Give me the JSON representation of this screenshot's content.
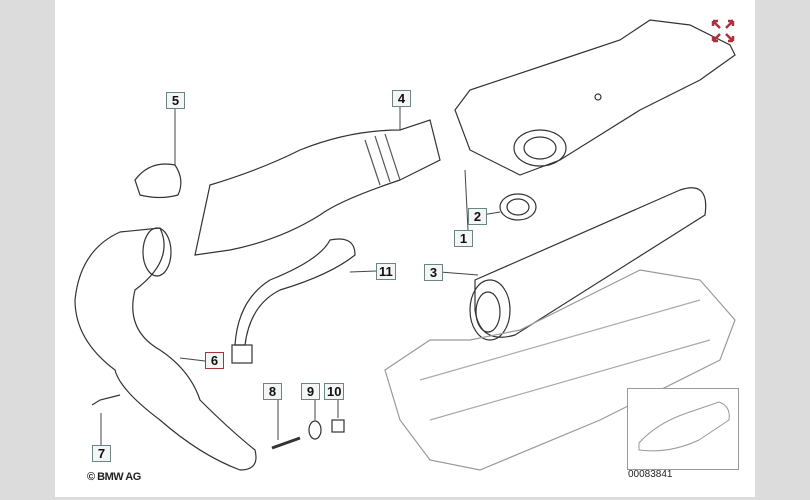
{
  "callouts": [
    {
      "id": "5",
      "label": "5"
    },
    {
      "id": "4",
      "label": "4"
    },
    {
      "id": "2",
      "label": "2"
    },
    {
      "id": "1",
      "label": "1"
    },
    {
      "id": "3",
      "label": "3"
    },
    {
      "id": "11",
      "label": "11"
    },
    {
      "id": "6",
      "label": "6"
    },
    {
      "id": "8",
      "label": "8"
    },
    {
      "id": "9",
      "label": "9"
    },
    {
      "id": "10",
      "label": "10"
    },
    {
      "id": "7",
      "label": "7"
    }
  ],
  "copyright": "© BMW AG",
  "diagram_number": "00083841",
  "colors": {
    "accent": "#a8333c",
    "callout_border": "#6b8585",
    "background": "#dcdcdc"
  },
  "icons": {
    "expand": "expand-arrows-icon"
  }
}
